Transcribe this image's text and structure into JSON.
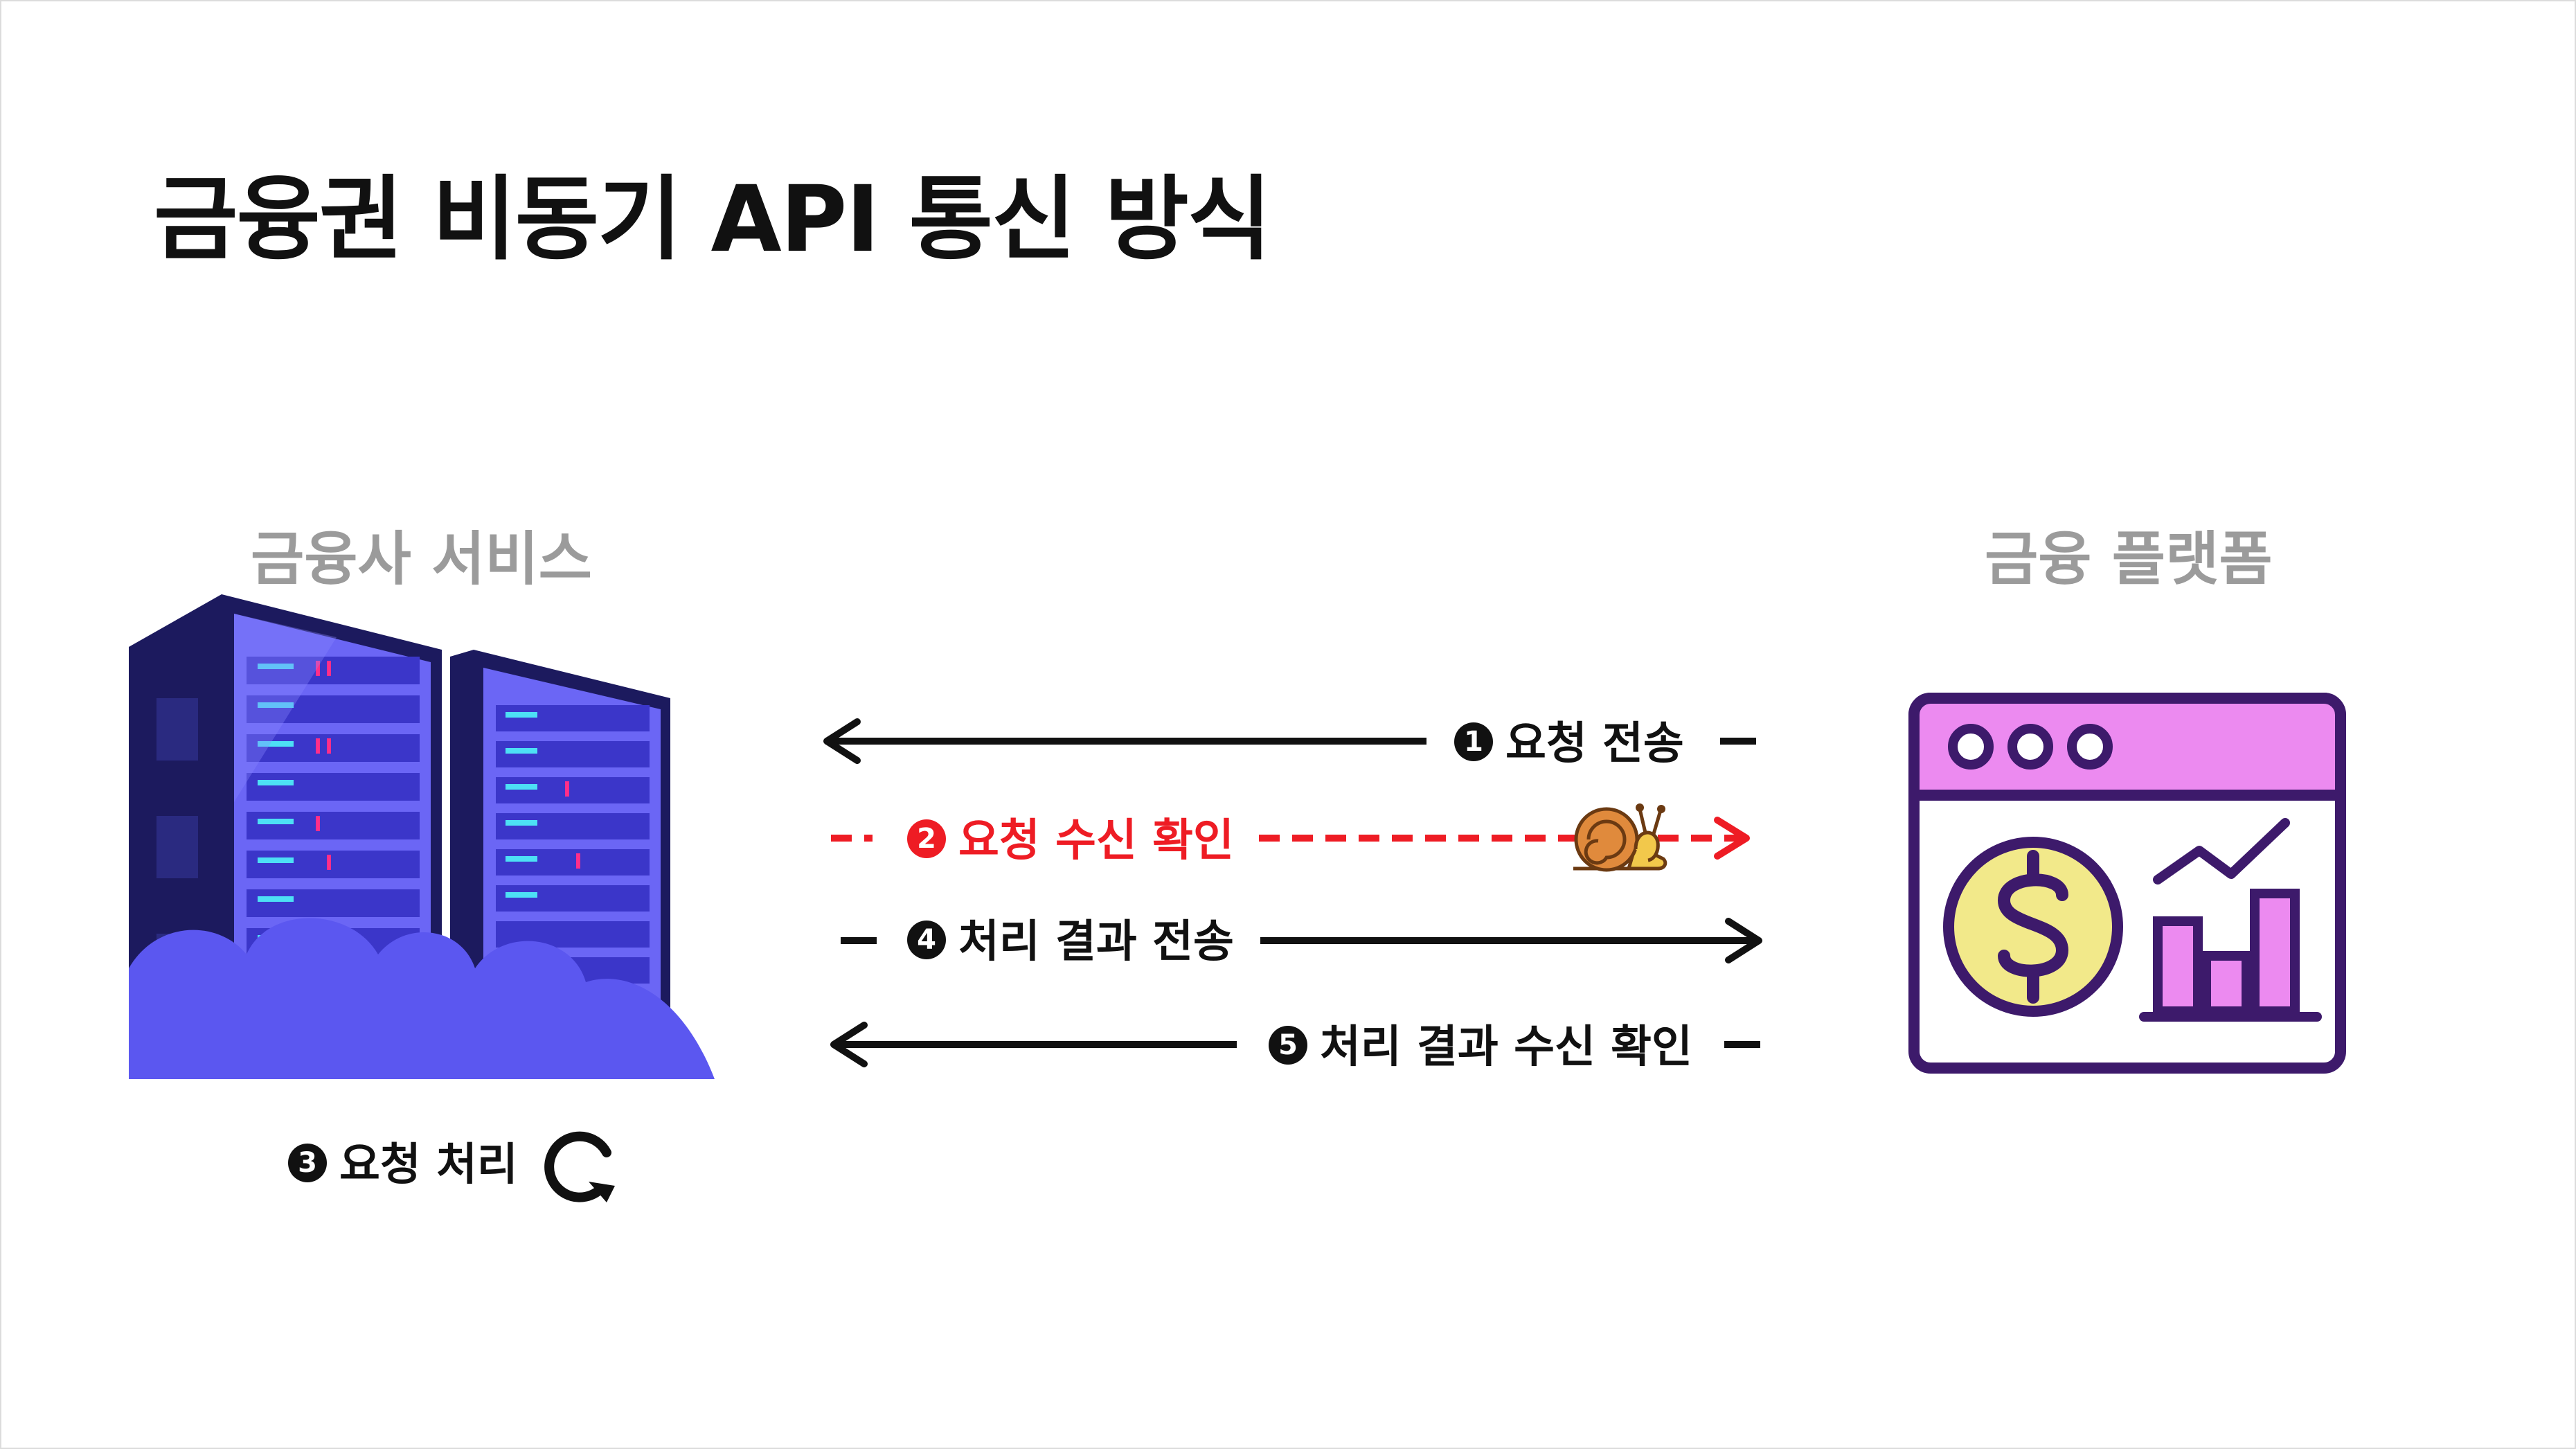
{
  "title": "금융권 비동기 API 통신 방식",
  "actors": {
    "left": {
      "label": "금융사 서비스",
      "icon": "server-rack-icon"
    },
    "right": {
      "label": "금융 플랫폼",
      "icon": "finance-dashboard-icon"
    }
  },
  "messages": [
    {
      "num": "1",
      "label": "요청 전송",
      "direction": "right-to-left",
      "style": "solid",
      "color": "#111111"
    },
    {
      "num": "2",
      "label": "요청 수신 확인",
      "direction": "left-to-right",
      "style": "dashed",
      "color": "#ee1c24",
      "icon": "snail-icon"
    },
    {
      "num": "3",
      "label": "요청 처리",
      "icon": "refresh-icon"
    },
    {
      "num": "4",
      "label": "처리 결과 전송",
      "direction": "left-to-right",
      "style": "solid",
      "color": "#111111"
    },
    {
      "num": "5",
      "label": "처리 결과 수신 확인",
      "direction": "right-to-left",
      "style": "solid",
      "color": "#111111"
    }
  ],
  "colors": {
    "server_dark": "#1c1a5e",
    "server_body": "#6b66f5",
    "cloud": "#5b57f0",
    "platform_outline": "#3d1a6b",
    "platform_header": "#ec8af0",
    "coin": "#f2e98a",
    "accent_red": "#ee1c24"
  }
}
